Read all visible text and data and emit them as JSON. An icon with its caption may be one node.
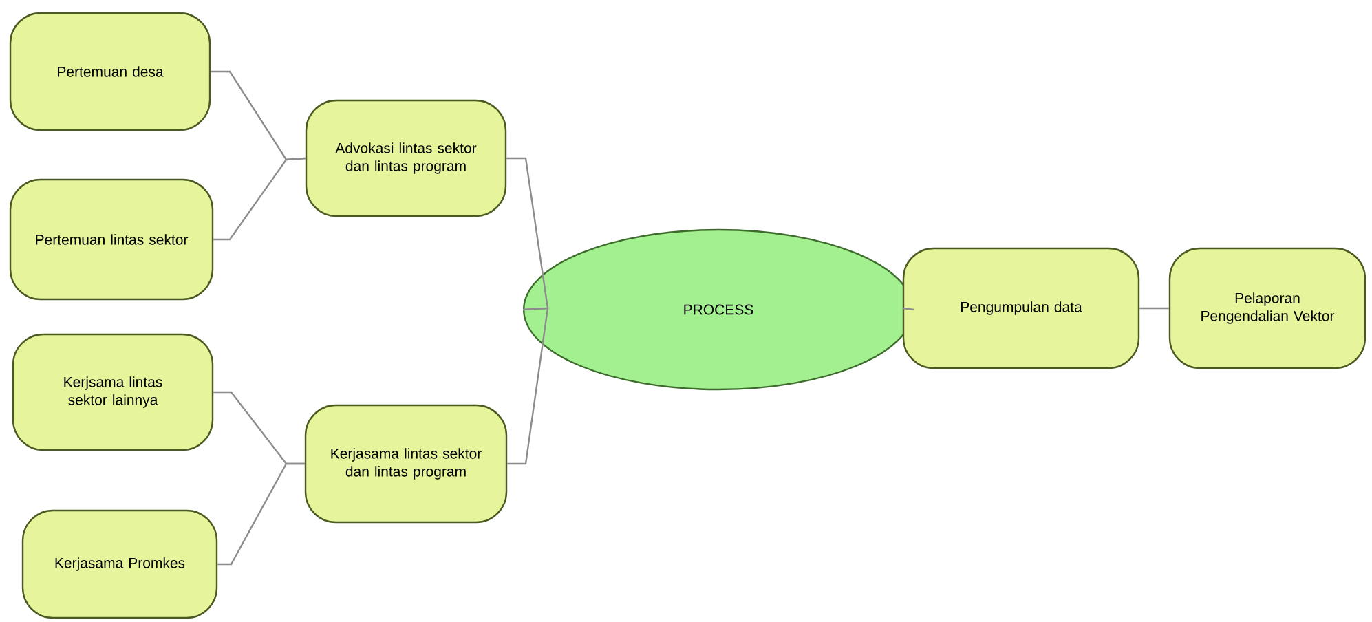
{
  "diagram": {
    "nodes": [
      {
        "text": [
          "Pertemuan desa"
        ]
      },
      {
        "text": [
          "Pertemuan lintas sektor"
        ]
      },
      {
        "text": [
          "Advokasi lintas sektor dan lintas program"
        ]
      },
      {
        "text": [
          "Kerjsama lintas sektor lainnya"
        ]
      },
      {
        "text": [
          "Kerjasama Promkes"
        ]
      },
      {
        "text": [
          "Kerjasama lintas sektor dan lintas program"
        ]
      },
      {
        "text": [
          "PROCESS"
        ]
      },
      {
        "text": [
          "Pengumpulan data"
        ]
      },
      {
        "text": [
          "Pelaporan Pengendalian Vektor"
        ]
      }
    ],
    "edges": [
      {
        "from": 0,
        "to": 2,
        "arrow": "none"
      },
      {
        "from": 1,
        "to": 2,
        "arrow": "none"
      },
      {
        "from": 3,
        "to": 5,
        "arrow": "none"
      },
      {
        "from": 4,
        "to": 5,
        "arrow": "none"
      },
      {
        "from": 2,
        "to": 6,
        "arrow": "none"
      },
      {
        "from": 5,
        "to": 6,
        "arrow": "none"
      },
      {
        "from": 6,
        "to": 7,
        "arrow": "none"
      },
      {
        "from": 7,
        "to": 8,
        "arrow": "none"
      }
    ]
  }
}
